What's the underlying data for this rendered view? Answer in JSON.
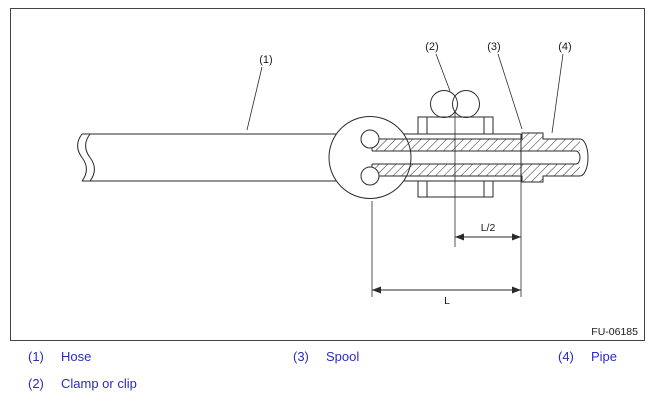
{
  "window": {
    "background": "#ffffff",
    "line_color": "#2a2a2a"
  },
  "figure": {
    "id_label": "FU-06185",
    "callouts": [
      {
        "text": "(1)"
      },
      {
        "text": "(2)"
      },
      {
        "text": "(3)"
      },
      {
        "text": "(4)"
      }
    ],
    "dimensions": {
      "half_label": "L/2",
      "full_label": "L"
    }
  },
  "legend": {
    "text_color": "#2b2bc0",
    "items": [
      {
        "num": "(1)",
        "label": "Hose"
      },
      {
        "num": "(2)",
        "label": "Clamp or clip"
      },
      {
        "num": "(3)",
        "label": "Spool"
      },
      {
        "num": "(4)",
        "label": "Pipe"
      }
    ]
  }
}
